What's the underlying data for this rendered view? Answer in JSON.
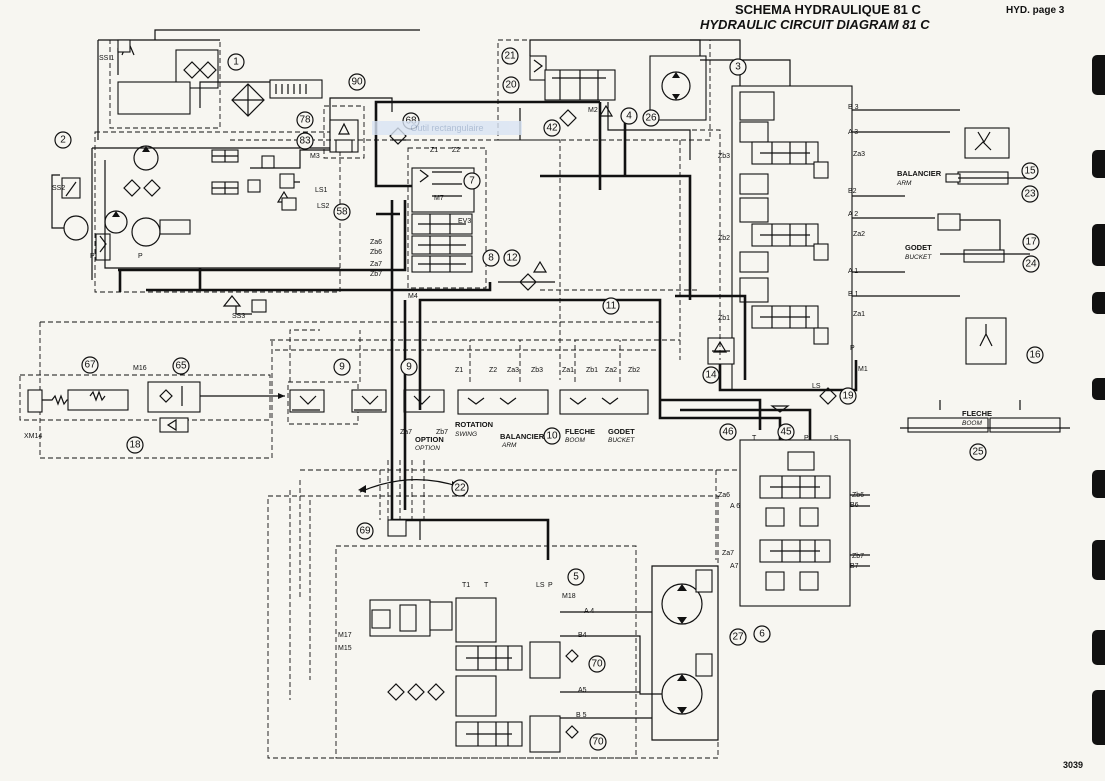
{
  "header": {
    "title_fr": "SCHEMA HYDRAULIQUE 81 C",
    "title_en": "HYDRAULIC CIRCUIT DIAGRAM 81 C",
    "page_ref": "HYD. page 3",
    "sheet_number": "3039",
    "tooltip": "Outil rectangulaire"
  },
  "components": [
    {
      "id": "c1",
      "label": "1"
    },
    {
      "id": "c2",
      "label": "2"
    },
    {
      "id": "c3",
      "label": "3"
    },
    {
      "id": "c4",
      "label": "4"
    },
    {
      "id": "c5",
      "label": "5"
    },
    {
      "id": "c6",
      "label": "6"
    },
    {
      "id": "c7",
      "label": "7"
    },
    {
      "id": "c8",
      "label": "8"
    },
    {
      "id": "c9a",
      "label": "9"
    },
    {
      "id": "c9b",
      "label": "9"
    },
    {
      "id": "c10",
      "label": "10"
    },
    {
      "id": "c11",
      "label": "11"
    },
    {
      "id": "c12",
      "label": "12"
    },
    {
      "id": "c14",
      "label": "14"
    },
    {
      "id": "c15",
      "label": "15"
    },
    {
      "id": "c16",
      "label": "16"
    },
    {
      "id": "c17",
      "label": "17"
    },
    {
      "id": "c18",
      "label": "18"
    },
    {
      "id": "c19",
      "label": "19"
    },
    {
      "id": "c20",
      "label": "20"
    },
    {
      "id": "c21",
      "label": "21"
    },
    {
      "id": "c22",
      "label": "22"
    },
    {
      "id": "c23",
      "label": "23"
    },
    {
      "id": "c24",
      "label": "24"
    },
    {
      "id": "c25",
      "label": "25"
    },
    {
      "id": "c26",
      "label": "26"
    },
    {
      "id": "c27",
      "label": "27"
    },
    {
      "id": "c42",
      "label": "42"
    },
    {
      "id": "c45",
      "label": "45"
    },
    {
      "id": "c46",
      "label": "46"
    },
    {
      "id": "c58",
      "label": "58"
    },
    {
      "id": "c65",
      "label": "65"
    },
    {
      "id": "c67",
      "label": "67"
    },
    {
      "id": "c68",
      "label": "68"
    },
    {
      "id": "c69",
      "label": "69"
    },
    {
      "id": "c70a",
      "label": "70"
    },
    {
      "id": "c70b",
      "label": "70"
    },
    {
      "id": "c78",
      "label": "78"
    },
    {
      "id": "c83",
      "label": "83"
    },
    {
      "id": "c90",
      "label": "90"
    }
  ],
  "labels": {
    "m1": "M1",
    "m2": "M2",
    "m3": "M3",
    "m4": "M4",
    "m7": "M7",
    "m14": "XM14",
    "m15": "M15",
    "m16": "M16",
    "m17": "M17",
    "m18": "M18",
    "ss1": "SS 1",
    "ss2": "SS2",
    "ss3": "SS3",
    "ls1": "LS1",
    "ls2": "LS2",
    "za6": "Za6",
    "zb6": "Zb6",
    "za7": "Za7",
    "zb7": "Zb7",
    "z1": "Z1",
    "z2": "Z2",
    "zb3": "Zb3",
    "zb2": "Zb2",
    "zb1": "Zb1",
    "za3": "Za3",
    "za2": "Za2",
    "za1": "Za1",
    "b3": "B 3",
    "a3": "A 3",
    "b2": "B2",
    "a2": "A 2",
    "a1": "A 1",
    "b1": "B 1",
    "p": "P",
    "ls": "LS",
    "t": "T",
    "t1": "T1",
    "a4": "A 4",
    "b4": "B4",
    "a5": "A5",
    "b5": "B 5",
    "a6": "A 6",
    "b6": "B6",
    "a7": "A7",
    "b7": "B7",
    "zb6r": "Zb6",
    "za6r": "Za6",
    "za7r": "Za7",
    "zb7r": "Zb7",
    "balancier": "BALANCIER",
    "arm": "ARM",
    "godet": "GODET",
    "bucket": "BUCKET",
    "fleche": "FLECHE",
    "boom": "BOOM",
    "rotation": "ROTATION",
    "swing": "SWING",
    "option": "OPTION",
    "option_en": "OPTION",
    "z1b": "Z1",
    "z2b": "Z2",
    "za3b": "Za3",
    "zb3b": "Zb3",
    "za1b": "Za1",
    "zb1b": "Zb1",
    "za2b": "Za2",
    "zb2b": "Zb2",
    "za7b": "Za7",
    "zb7b": "Zb7"
  }
}
